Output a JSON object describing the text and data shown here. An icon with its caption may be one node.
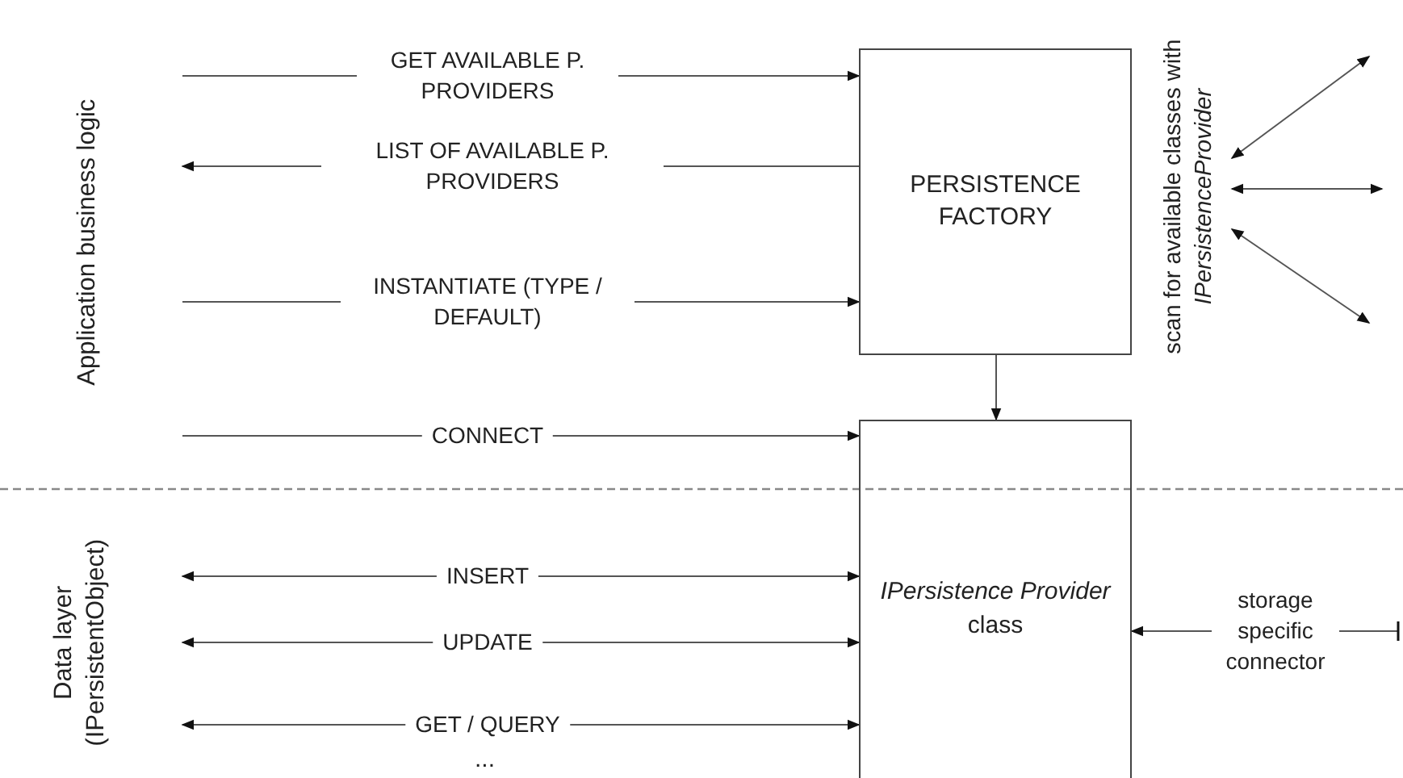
{
  "diagram": {
    "nodes": [
      {
        "text": [
          "PERSISTENCE FACTORY"
        ]
      },
      {
        "text": [
          "*IPersistence Provider* class"
        ]
      },
      {
        "text": [
          "scan for available classes with *IPersistenceProvider*"
        ]
      }
    ],
    "edges": [
      {
        "from": null,
        "to": 0,
        "arrow": "to",
        "label": "GET AVAILABLE P. PROVIDERS"
      },
      {
        "from": 0,
        "to": null,
        "arrow": "to",
        "label": "LIST OF AVAILABLE P. PROVIDERS"
      },
      {
        "from": null,
        "to": 0,
        "arrow": "to",
        "label": "INSTANTIATE (TYPE / DEFAULT)"
      },
      {
        "from": null,
        "to": 1,
        "arrow": "to",
        "label": "CONNECT"
      },
      {
        "from": null,
        "to": 1,
        "arrow": "both",
        "label": "INSERT"
      },
      {
        "from": null,
        "to": 1,
        "arrow": "both",
        "label": "UPDATE"
      },
      {
        "from": null,
        "to": 1,
        "arrow": "both",
        "label": "GET / QUERY"
      },
      {
        "from": 0,
        "to": 1,
        "arrow": "to"
      },
      {
        "from": 2,
        "to": null,
        "arrow": "both"
      },
      {
        "from": 2,
        "to": null,
        "arrow": "both"
      },
      {
        "from": 2,
        "to": null,
        "arrow": "both"
      },
      {
        "from": null,
        "to": 1,
        "arrow": "to",
        "label": "storage specific connector"
      }
    ],
    "labels": [
      "Application business logic",
      "Data layer (IPersistentObject)",
      "..."
    ]
  }
}
